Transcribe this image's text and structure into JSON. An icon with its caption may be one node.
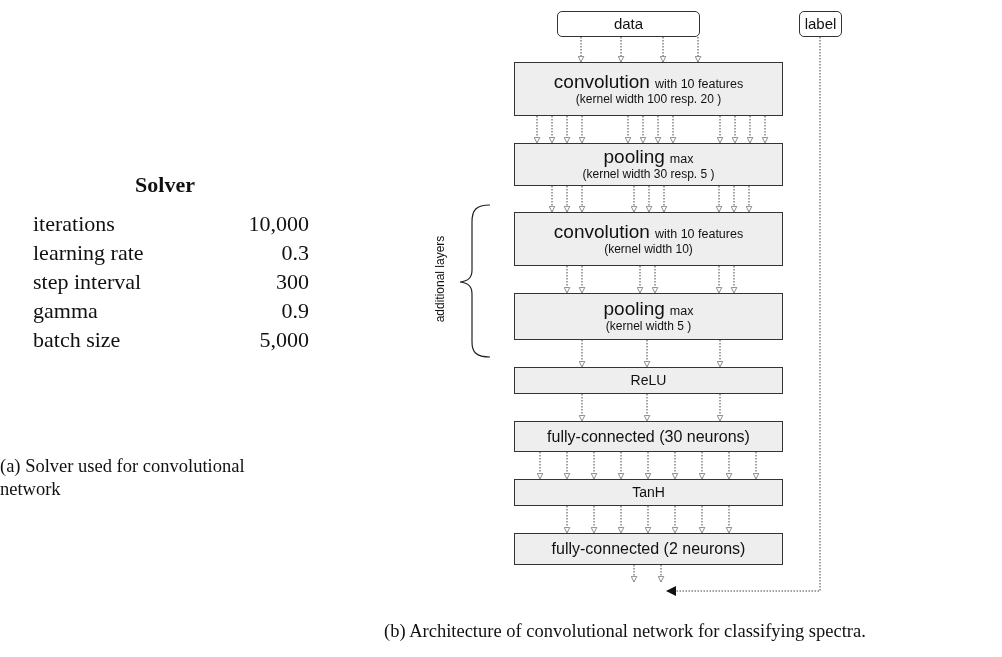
{
  "diagram": {
    "nodes": [
      {
        "text": [
          "data"
        ]
      },
      {
        "text": [
          "label"
        ]
      },
      {
        "text": [
          "convolution",
          "with 10 features",
          "(kernel width 100 resp. 20 )"
        ]
      },
      {
        "text": [
          "pooling",
          "max",
          "(kernel width 30 resp. 5 )"
        ]
      },
      {
        "text": [
          "convolution",
          "with 10 features",
          "(kernel width 10)"
        ]
      },
      {
        "text": [
          "pooling",
          "max",
          "(kernel width 5 )"
        ]
      },
      {
        "text": [
          "ReLU"
        ]
      },
      {
        "text": [
          "fully-connected (30 neurons)"
        ]
      },
      {
        "text": [
          "TanH"
        ]
      },
      {
        "text": [
          "fully-connected (2 neurons)"
        ]
      }
    ],
    "edges": [
      {
        "from": 0,
        "to": 2,
        "arrow": "to"
      },
      {
        "from": 0,
        "to": 2,
        "arrow": "to"
      },
      {
        "from": 0,
        "to": 2,
        "arrow": "to"
      },
      {
        "from": 0,
        "to": 2,
        "arrow": "to"
      },
      {
        "from": 2,
        "to": 3,
        "arrow": "to"
      },
      {
        "from": 2,
        "to": 3,
        "arrow": "to"
      },
      {
        "from": 2,
        "to": 3,
        "arrow": "to"
      },
      {
        "from": 2,
        "to": 3,
        "arrow": "to"
      },
      {
        "from": 2,
        "to": 3,
        "arrow": "to"
      },
      {
        "from": 2,
        "to": 3,
        "arrow": "to"
      },
      {
        "from": 2,
        "to": 3,
        "arrow": "to"
      },
      {
        "from": 2,
        "to": 3,
        "arrow": "to"
      },
      {
        "from": 2,
        "to": 3,
        "arrow": "to"
      },
      {
        "from": 2,
        "to": 3,
        "arrow": "to"
      },
      {
        "from": 2,
        "to": 3,
        "arrow": "to"
      },
      {
        "from": 2,
        "to": 3,
        "arrow": "to"
      },
      {
        "from": 3,
        "to": 4,
        "arrow": "to"
      },
      {
        "from": 3,
        "to": 4,
        "arrow": "to"
      },
      {
        "from": 3,
        "to": 4,
        "arrow": "to"
      },
      {
        "from": 3,
        "to": 4,
        "arrow": "to"
      },
      {
        "from": 3,
        "to": 4,
        "arrow": "to"
      },
      {
        "from": 3,
        "to": 4,
        "arrow": "to"
      },
      {
        "from": 3,
        "to": 4,
        "arrow": "to"
      },
      {
        "from": 3,
        "to": 4,
        "arrow": "to"
      },
      {
        "from": 3,
        "to": 4,
        "arrow": "to"
      },
      {
        "from": 4,
        "to": 5,
        "arrow": "to"
      },
      {
        "from": 4,
        "to": 5,
        "arrow": "to"
      },
      {
        "from": 4,
        "to": 5,
        "arrow": "to"
      },
      {
        "from": 4,
        "to": 5,
        "arrow": "to"
      },
      {
        "from": 4,
        "to": 5,
        "arrow": "to"
      },
      {
        "from": 4,
        "to": 5,
        "arrow": "to"
      },
      {
        "from": 5,
        "to": 6,
        "arrow": "to"
      },
      {
        "from": 5,
        "to": 6,
        "arrow": "to"
      },
      {
        "from": 5,
        "to": 6,
        "arrow": "to"
      },
      {
        "from": 6,
        "to": 7,
        "arrow": "to"
      },
      {
        "from": 6,
        "to": 7,
        "arrow": "to"
      },
      {
        "from": 6,
        "to": 7,
        "arrow": "to"
      },
      {
        "from": 7,
        "to": 8,
        "arrow": "to"
      },
      {
        "from": 7,
        "to": 8,
        "arrow": "to"
      },
      {
        "from": 7,
        "to": 8,
        "arrow": "to"
      },
      {
        "from": 7,
        "to": 8,
        "arrow": "to"
      },
      {
        "from": 7,
        "to": 8,
        "arrow": "to"
      },
      {
        "from": 7,
        "to": 8,
        "arrow": "to"
      },
      {
        "from": 7,
        "to": 8,
        "arrow": "to"
      },
      {
        "from": 7,
        "to": 8,
        "arrow": "to"
      },
      {
        "from": 7,
        "to": 8,
        "arrow": "to"
      },
      {
        "from": 8,
        "to": 9,
        "arrow": "to"
      },
      {
        "from": 8,
        "to": 9,
        "arrow": "to"
      },
      {
        "from": 8,
        "to": 9,
        "arrow": "to"
      },
      {
        "from": 8,
        "to": 9,
        "arrow": "to"
      },
      {
        "from": 8,
        "to": 9,
        "arrow": "to"
      },
      {
        "from": 8,
        "to": 9,
        "arrow": "to"
      },
      {
        "from": 8,
        "to": 9,
        "arrow": "to"
      },
      {
        "from": 9,
        "to": null,
        "arrow": "to"
      },
      {
        "from": 9,
        "to": null,
        "arrow": "to"
      },
      {
        "from": 1,
        "to": null,
        "arrow": "to"
      }
    ],
    "labels": [
      "Solver",
      "iterations",
      "10,000",
      "learning rate",
      "0.3",
      "step interval",
      "300",
      "gamma",
      "0.9",
      "batch size",
      "5,000",
      "(a) Solver used for convolutional network",
      "additional layers",
      "(b) Architecture of convolutional network for classifying spectra."
    ]
  }
}
